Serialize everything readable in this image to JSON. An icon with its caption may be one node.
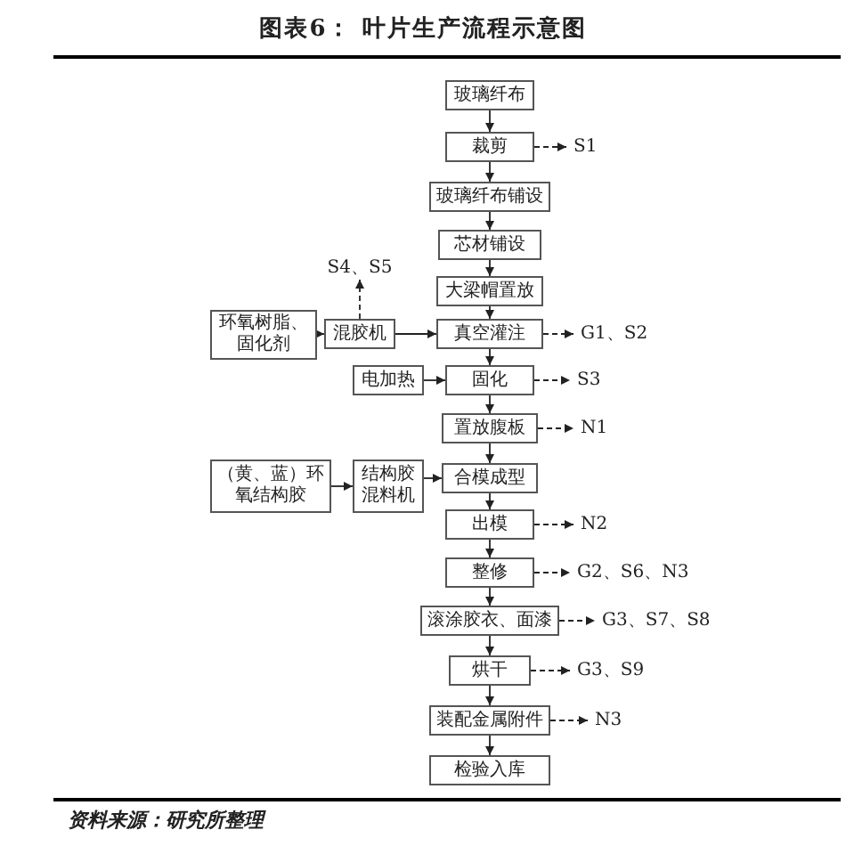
{
  "diagram": {
    "title": "图表6： 叶片生产流程示意图",
    "caption": "资料来源：研究所整理",
    "nodes": [
      {
        "text": [
          "玻璃纤布"
        ]
      },
      {
        "text": [
          "裁剪"
        ]
      },
      {
        "text": [
          "S1"
        ]
      },
      {
        "text": [
          "玻璃纤布铺设"
        ]
      },
      {
        "text": [
          "芯材铺设"
        ]
      },
      {
        "text": [
          "S4、S5"
        ]
      },
      {
        "text": [
          "大梁帽置放"
        ]
      },
      {
        "text": [
          "环氧树脂、固化剂"
        ]
      },
      {
        "text": [
          "混胶机"
        ]
      },
      {
        "text": [
          "真空灌注"
        ]
      },
      {
        "text": [
          "G1、S2"
        ]
      },
      {
        "text": [
          "电加热"
        ]
      },
      {
        "text": [
          "固化"
        ]
      },
      {
        "text": [
          "S3"
        ]
      },
      {
        "text": [
          "置放腹板"
        ]
      },
      {
        "text": [
          "N1"
        ]
      },
      {
        "text": [
          "（黄、蓝）环氧结构胶"
        ]
      },
      {
        "text": [
          "结构胶混料机"
        ]
      },
      {
        "text": [
          "合模成型"
        ]
      },
      {
        "text": [
          "出模"
        ]
      },
      {
        "text": [
          "N2"
        ]
      },
      {
        "text": [
          "整修"
        ]
      },
      {
        "text": [
          "G2、S6、N3"
        ]
      },
      {
        "text": [
          "滚涂胶衣、面漆"
        ]
      },
      {
        "text": [
          "G3、S7、S8"
        ]
      },
      {
        "text": [
          "烘干"
        ]
      },
      {
        "text": [
          "G3、S9"
        ]
      },
      {
        "text": [
          "装配金属附件"
        ]
      },
      {
        "text": [
          "N3"
        ]
      },
      {
        "text": [
          "检验入库"
        ]
      }
    ],
    "edges": [
      {
        "from": 0,
        "to": 1,
        "arrow": "to"
      },
      {
        "from": 1,
        "to": 3,
        "arrow": "to"
      },
      {
        "from": 1,
        "to": 2,
        "arrow": "to",
        "style": "dashed"
      },
      {
        "from": 3,
        "to": 4,
        "arrow": "to"
      },
      {
        "from": 4,
        "to": 6,
        "arrow": "to"
      },
      {
        "from": 6,
        "to": 9,
        "arrow": "to"
      },
      {
        "from": 7,
        "to": 8,
        "arrow": "to"
      },
      {
        "from": 8,
        "to": 9,
        "arrow": "to"
      },
      {
        "from": 8,
        "to": 5,
        "arrow": "to",
        "style": "dashed"
      },
      {
        "from": 9,
        "to": 10,
        "arrow": "to",
        "style": "dashed"
      },
      {
        "from": 9,
        "to": 12,
        "arrow": "to"
      },
      {
        "from": 11,
        "to": 12,
        "arrow": "to"
      },
      {
        "from": 12,
        "to": 13,
        "arrow": "to",
        "style": "dashed"
      },
      {
        "from": 12,
        "to": 14,
        "arrow": "to"
      },
      {
        "from": 14,
        "to": 15,
        "arrow": "to",
        "style": "dashed"
      },
      {
        "from": 14,
        "to": 18,
        "arrow": "to"
      },
      {
        "from": 16,
        "to": 17,
        "arrow": "to"
      },
      {
        "from": 17,
        "to": 18,
        "arrow": "to"
      },
      {
        "from": 18,
        "to": 19,
        "arrow": "to"
      },
      {
        "from": 19,
        "to": 20,
        "arrow": "to",
        "style": "dashed"
      },
      {
        "from": 19,
        "to": 21,
        "arrow": "to"
      },
      {
        "from": 21,
        "to": 22,
        "arrow": "to",
        "style": "dashed"
      },
      {
        "from": 21,
        "to": 23,
        "arrow": "to"
      },
      {
        "from": 23,
        "to": 24,
        "arrow": "to",
        "style": "dashed"
      },
      {
        "from": 23,
        "to": 25,
        "arrow": "to"
      },
      {
        "from": 25,
        "to": 26,
        "arrow": "to",
        "style": "dashed"
      },
      {
        "from": 25,
        "to": 27,
        "arrow": "to"
      },
      {
        "from": 27,
        "to": 28,
        "arrow": "to",
        "style": "dashed"
      },
      {
        "from": 27,
        "to": 29,
        "arrow": "to"
      }
    ]
  }
}
